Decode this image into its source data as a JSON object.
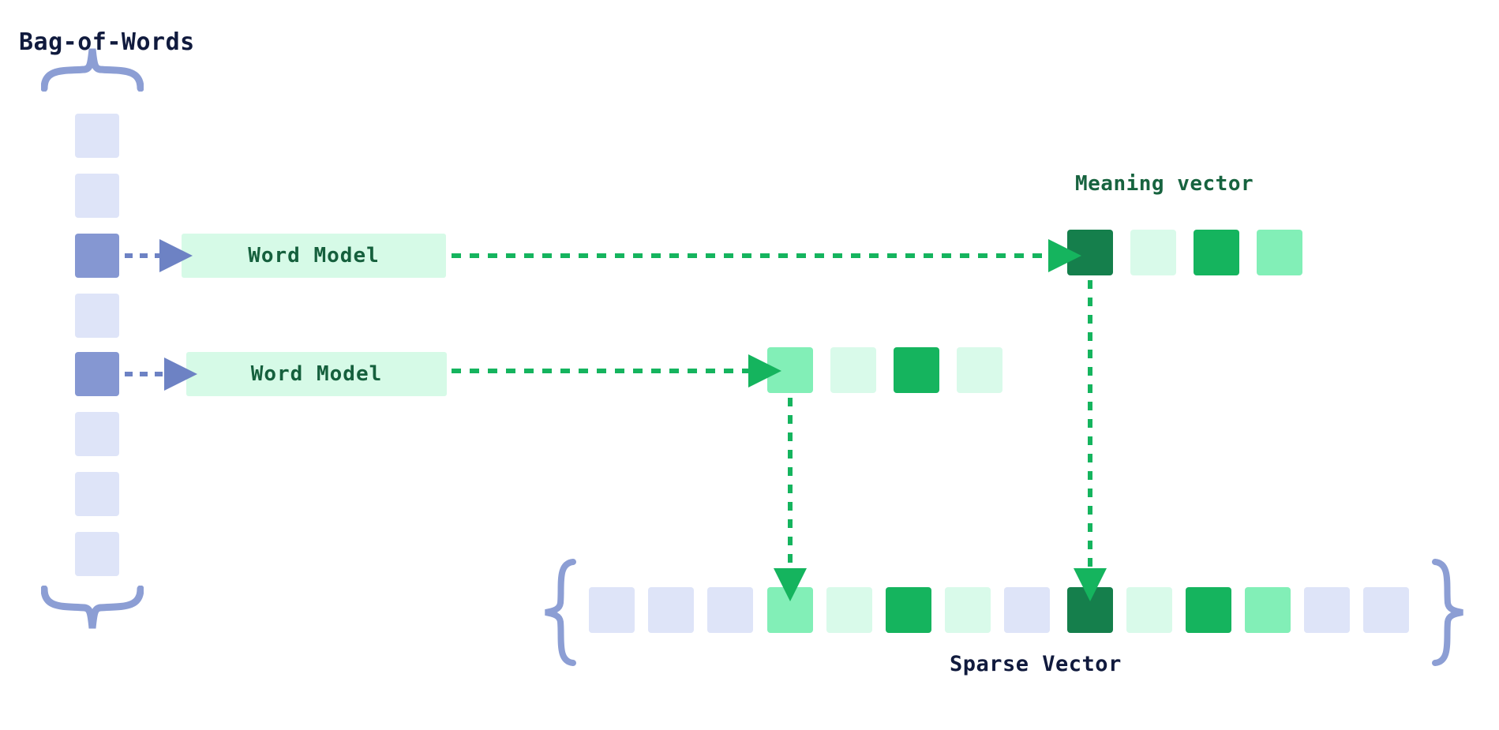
{
  "diagram": {
    "title_bow": "Bag-of-Words",
    "title_meaning": "Meaning vector",
    "title_sparse": "Sparse Vector",
    "brace_open": "{",
    "brace_close": "}"
  },
  "colors": {
    "blue_light": "#dee4f8",
    "blue_dark": "#8597d2",
    "brace_blue": "#8c9ed4",
    "green_pale": "#d9faea",
    "green_soft": "#82efb7",
    "green_mid": "#15b45e",
    "green_dark": "#157f4c",
    "model_bg": "#d6fae7",
    "text_navy": "#101a3d",
    "text_green": "#17633f",
    "arrow_blue": "#6d82c4",
    "arrow_green": "#15b45e"
  },
  "bag_of_words": {
    "cells": [
      {
        "index": 0,
        "state": "off"
      },
      {
        "index": 1,
        "state": "off"
      },
      {
        "index": 2,
        "state": "on"
      },
      {
        "index": 3,
        "state": "off"
      },
      {
        "index": 4,
        "state": "on"
      },
      {
        "index": 5,
        "state": "off"
      },
      {
        "index": 6,
        "state": "off"
      },
      {
        "index": 7,
        "state": "off"
      }
    ]
  },
  "models": [
    {
      "id": "word-model-1",
      "label": "Word Model"
    },
    {
      "id": "word-model-2",
      "label": "Word Model"
    }
  ],
  "meaning_vectors": [
    {
      "id": "meaning-vector-1",
      "values": [
        "dark",
        "pale",
        "mid",
        "soft"
      ]
    },
    {
      "id": "meaning-vector-2",
      "values": [
        "soft",
        "pale",
        "mid",
        "pale"
      ]
    }
  ],
  "sparse_vector": {
    "values": [
      "blue",
      "blue",
      "blue",
      "soft",
      "pale",
      "mid",
      "pale",
      "blue",
      "dark",
      "pale",
      "mid",
      "soft",
      "blue",
      "blue"
    ]
  }
}
